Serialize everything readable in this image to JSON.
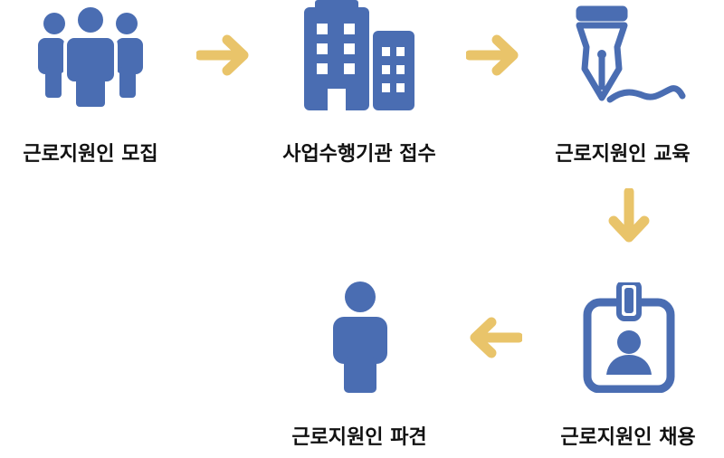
{
  "colors": {
    "icon": "#4a6db2",
    "arrow": "#e9c46a",
    "text": "#111111"
  },
  "steps": [
    {
      "label": "근로지원인 모집",
      "icon": "group-icon"
    },
    {
      "label": "사업수행기관 접수",
      "icon": "buildings-icon"
    },
    {
      "label": "근로지원인 교육",
      "icon": "fountain-pen-icon"
    },
    {
      "label": "근로지원인 채용",
      "icon": "id-badge-icon"
    },
    {
      "label": "근로지원인 파견",
      "icon": "person-icon"
    }
  ],
  "arrows": [
    "right",
    "right",
    "down",
    "left"
  ]
}
